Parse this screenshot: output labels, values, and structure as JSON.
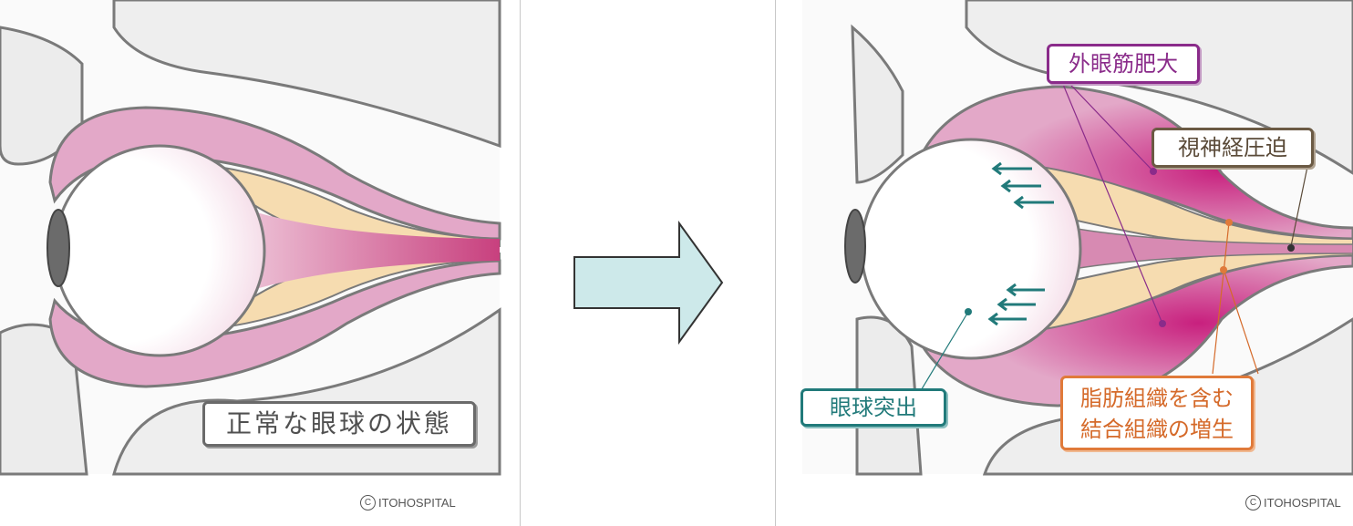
{
  "left_panel": {
    "label": "正常な眼球の状態",
    "copyright": "ITOHOSPITAL",
    "copyright_symbol": "C"
  },
  "right_panel": {
    "labels": {
      "muscle_enlargement": "外眼筋肥大",
      "optic_compression": "視神経圧迫",
      "proptosis": "眼球突出",
      "tissue_hyperplasia_line1": "脂肪組織を含む",
      "tissue_hyperplasia_line2": "結合組織の増生"
    },
    "copyright": "ITOHOSPITAL",
    "copyright_symbol": "C"
  },
  "colors": {
    "muscle": "#e3a8c8",
    "fat": "#f6dcb0",
    "bone": "#f0f0f0",
    "outline": "#7a7a7a",
    "arrow_fill": "#cde9ea",
    "teal": "#217a7a",
    "purple": "#8a2b8a",
    "orange": "#e07a3a"
  }
}
